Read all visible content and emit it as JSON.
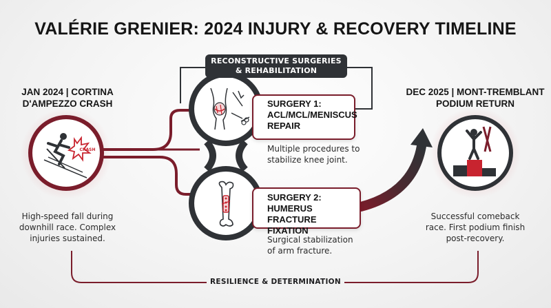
{
  "title": "VALÉRIE GRENIER: 2024 INJURY & RECOVERY TIMELINE",
  "banner": {
    "line1": "RECONSTRUCTIVE SURGERIES",
    "line2": "& REHABILITATION"
  },
  "crash": {
    "heading_line1": "JAN 2024 | CORTINA",
    "heading_line2": "D'AMPEZZO CRASH",
    "badge": "CRASH",
    "desc_line1": "High-speed fall during",
    "desc_line2": "downhill race. Complex",
    "desc_line3": "injuries sustained."
  },
  "surgery1": {
    "heading_line1": "SURGERY 1:",
    "heading_line2": "ACL/MCL/MENISCUS",
    "heading_line3": "REPAIR",
    "desc_line1": "Multiple procedures to",
    "desc_line2": "stabilize knee joint."
  },
  "surgery2": {
    "heading_line1": "SURGERY 2:",
    "heading_line2": "HUMERUS FRACTURE",
    "heading_line3": "FIXATION",
    "desc_line1": "Surgical stabilization",
    "desc_line2": "of arm fracture."
  },
  "podium": {
    "heading_line1": "DEC 2025 | MONT-TREMBLANT",
    "heading_line2": "PODIUM RETURN",
    "desc_line1": "Successful comeback",
    "desc_line2": "race. First podium finish",
    "desc_line3": "post-recovery."
  },
  "footer": "RESILIENCE & DETERMINATION",
  "colors": {
    "maroon": "#7a1d2b",
    "dark": "#2f3236",
    "red": "#c8242f"
  }
}
